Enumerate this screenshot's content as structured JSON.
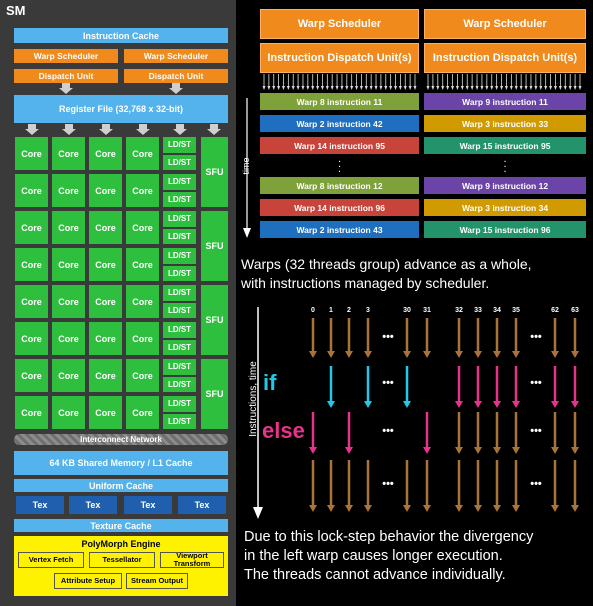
{
  "sm": {
    "title": "SM",
    "instruction_cache": "Instruction Cache",
    "warp_scheduler": "Warp Scheduler",
    "dispatch_unit": "Dispatch Unit",
    "register_file": "Register File (32,768 x 32-bit)",
    "core_label": "Core",
    "ldst_label": "LD/ST",
    "sfu_label": "SFU",
    "interconnect": "Interconnect Network",
    "shared_memory": "64 KB Shared Memory / L1 Cache",
    "uniform_cache": "Uniform Cache",
    "tex_label": "Tex",
    "texture_cache": "Texture Cache",
    "polymorph": {
      "title": "PolyMorph Engine",
      "vertex_fetch": "Vertex Fetch",
      "tessellator": "Tessellator",
      "viewport_transform": "Viewport Transform",
      "attribute_setup": "Attribute Setup",
      "stream_output": "Stream Output"
    }
  },
  "schedulers": {
    "left": {
      "title": "Warp Scheduler",
      "dispatch": "Instruction Dispatch Unit(s)"
    },
    "right": {
      "title": "Warp Scheduler",
      "dispatch": "Instruction Dispatch Unit(s)"
    },
    "time_label": "time",
    "left_instructions": [
      {
        "text": "Warp 8 instruction 11",
        "color": "#7fa13a"
      },
      {
        "text": "Warp 2 instruction 42",
        "color": "#1f6fc0"
      },
      {
        "text": "Warp 14 instruction 95",
        "color": "#c8443a"
      },
      {
        "text": "Warp 8 instruction 12",
        "color": "#7fa13a"
      },
      {
        "text": "Warp 14 instruction 96",
        "color": "#c8443a"
      },
      {
        "text": "Warp 2 instruction 43",
        "color": "#1f6fc0"
      }
    ],
    "right_instructions": [
      {
        "text": "Warp 9 instruction 11",
        "color": "#6b44a8"
      },
      {
        "text": "Warp 3 instruction 33",
        "color": "#d19a00"
      },
      {
        "text": "Warp 15 instruction 95",
        "color": "#22936a"
      },
      {
        "text": "Warp 9 instruction 12",
        "color": "#6b44a8"
      },
      {
        "text": "Warp 3 instruction 34",
        "color": "#d19a00"
      },
      {
        "text": "Warp 15 instruction 96",
        "color": "#22936a"
      }
    ]
  },
  "texts": {
    "warps_line1": "Warps (32 threads group) advance as a whole,",
    "warps_line2": "with instructions managed by scheduler.",
    "axis_label": "Instructions, time",
    "if_label": "if",
    "else_label": "else",
    "bottom_line1": "Due to this lock-step behavior the divergency",
    "bottom_line2": "in the left warp causes longer execution.",
    "bottom_line3": "The threads cannot advance individually."
  },
  "threads": {
    "left_numbers": [
      "0",
      "1",
      "2",
      "3",
      "30",
      "31"
    ],
    "right_numbers": [
      "32",
      "33",
      "34",
      "35",
      "62",
      "63"
    ],
    "ellipsis": "•••"
  },
  "colors": {
    "arrow_brown": "#a8743a",
    "if_cyan": "#23c8e8",
    "else_pink": "#e8338a"
  }
}
